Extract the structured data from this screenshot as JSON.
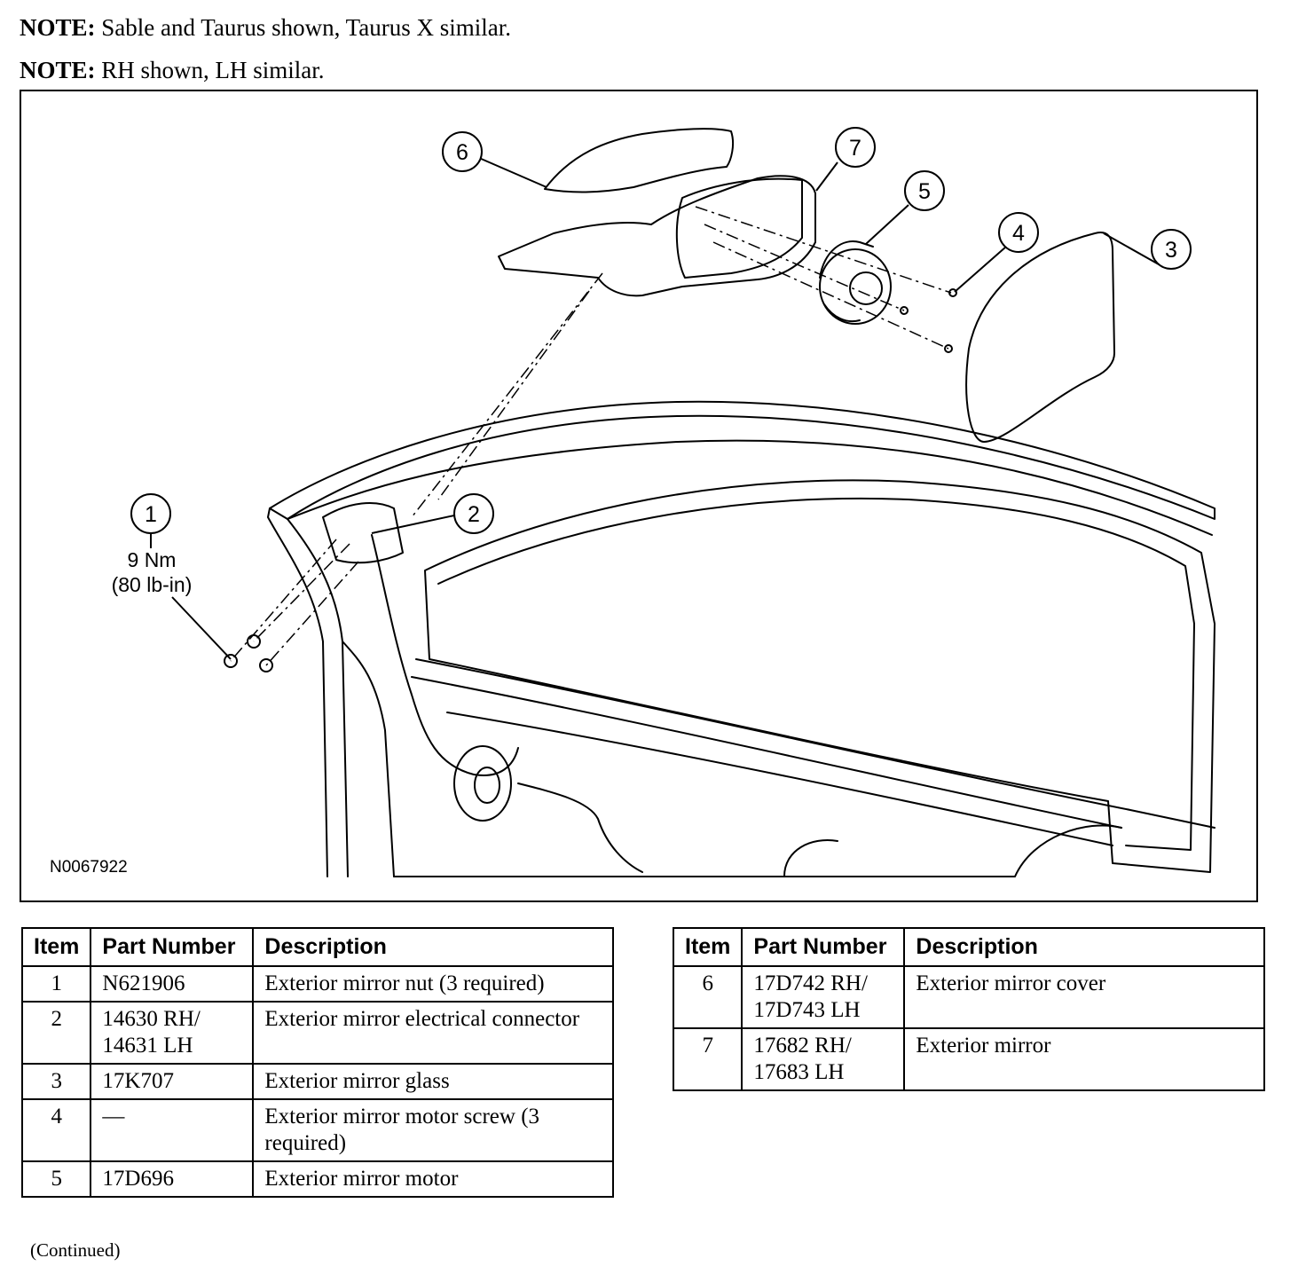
{
  "notes": [
    {
      "label": "NOTE:",
      "text": "Sable and Taurus shown, Taurus X similar."
    },
    {
      "label": "NOTE:",
      "text": "RH shown, LH similar."
    }
  ],
  "figure": {
    "id": "N0067922",
    "callouts": [
      "1",
      "2",
      "3",
      "4",
      "5",
      "6",
      "7"
    ],
    "torque": {
      "nm": "9 Nm",
      "lbin": "(80 lb-in)"
    }
  },
  "table": {
    "headers": {
      "item": "Item",
      "part": "Part Number",
      "desc": "Description"
    },
    "left_rows": [
      {
        "item": "1",
        "part": "N621906",
        "desc": "Exterior mirror nut (3 required)"
      },
      {
        "item": "2",
        "part": "14630 RH/ 14631 LH",
        "desc": "Exterior mirror electrical connector"
      },
      {
        "item": "3",
        "part": "17K707",
        "desc": "Exterior mirror glass"
      },
      {
        "item": "4",
        "part": "—",
        "desc": "Exterior mirror motor screw (3 required)"
      },
      {
        "item": "5",
        "part": "17D696",
        "desc": "Exterior mirror motor"
      }
    ],
    "right_rows": [
      {
        "item": "6",
        "part": "17D742 RH/ 17D743 LH",
        "desc": "Exterior mirror cover"
      },
      {
        "item": "7",
        "part": "17682 RH/ 17683 LH",
        "desc": "Exterior mirror"
      }
    ],
    "continued": "(Continued)"
  }
}
